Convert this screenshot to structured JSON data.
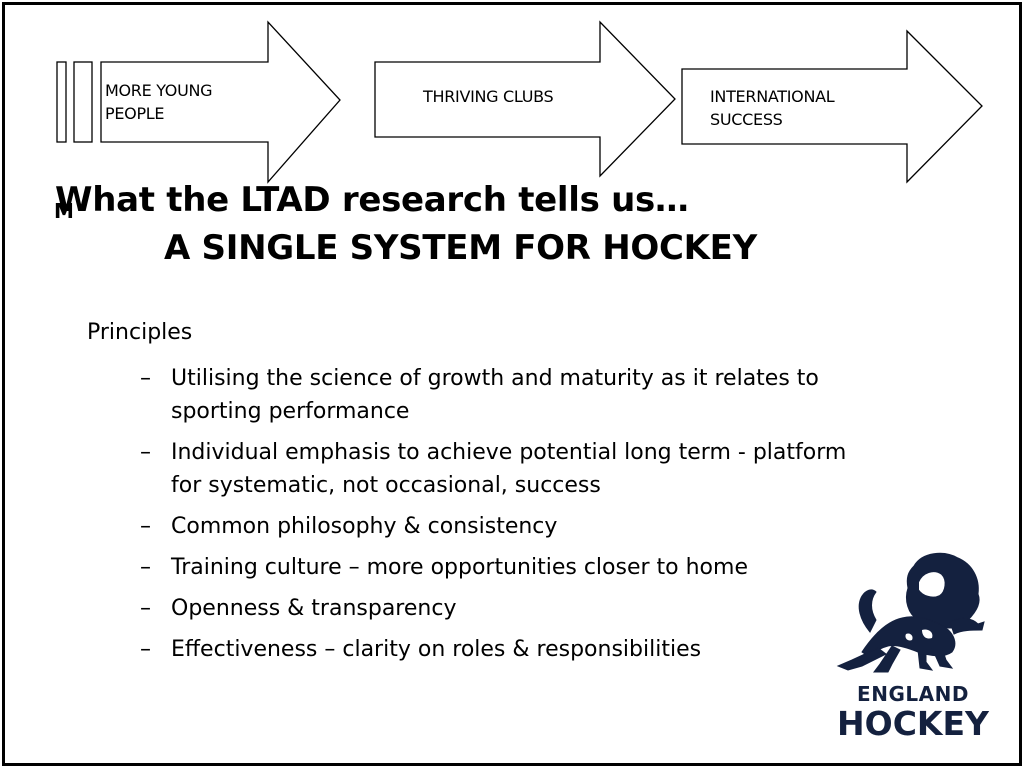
{
  "arrows": [
    {
      "label_lines": [
        "MORE YOUNG",
        "PEOPLE"
      ]
    },
    {
      "label_lines": [
        "THRIVING CLUBS"
      ]
    },
    {
      "label_lines": [
        "INTERNATIONAL",
        "SUCCESS"
      ]
    }
  ],
  "title": "What the LTAD research tells us…",
  "title_glyph": "M",
  "subtitle": "A SINGLE SYSTEM FOR HOCKEY",
  "principles_heading": "Principles",
  "bullet_marker": "–",
  "bullets": [
    "Utilising the science of growth and maturity as it relates to sporting performance",
    "Individual emphasis to achieve potential long term - platform for systematic, not occasional, success",
    "Common philosophy & consistency",
    "Training culture – more opportunities closer to home",
    "Openness & transparency",
    "Effectiveness – clarity on roles & responsibilities"
  ],
  "logo": {
    "icon": "lion-logo-icon",
    "line1": "ENGLAND",
    "line2": "HOCKEY",
    "color": "#14213f"
  }
}
